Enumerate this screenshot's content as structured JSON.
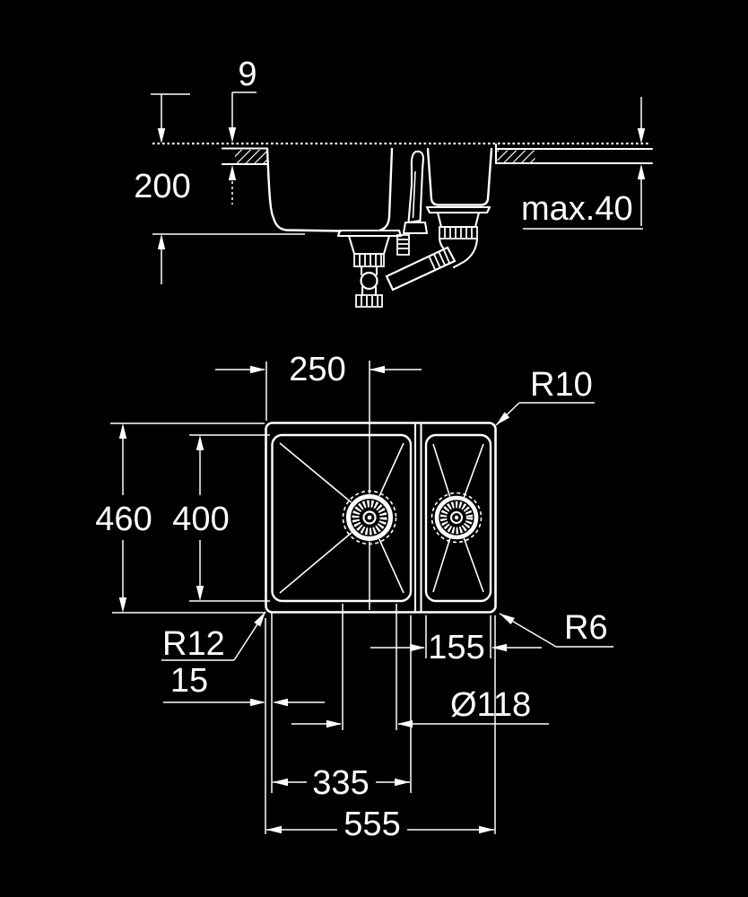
{
  "meta": {
    "drawing_type": "sink technical dimension drawing",
    "background_color": "#000000",
    "line_color": "#ffffff"
  },
  "side_view": {
    "labels": {
      "rim_height": "9",
      "bowl_depth": "200",
      "countertop_thickness": "max.40"
    }
  },
  "plan_view": {
    "labels": {
      "drain_offset": "250",
      "outer_depth": "460",
      "bowl_depth": "400",
      "corner_radius_top": "R10",
      "corner_radius_bottom_left": "R12",
      "corner_radius_bottom_right": "R6",
      "right_bowl_width": "155",
      "rim_offset": "15",
      "drain_diameter": "Ø118",
      "main_bowl_width": "335",
      "outer_width": "555"
    }
  }
}
